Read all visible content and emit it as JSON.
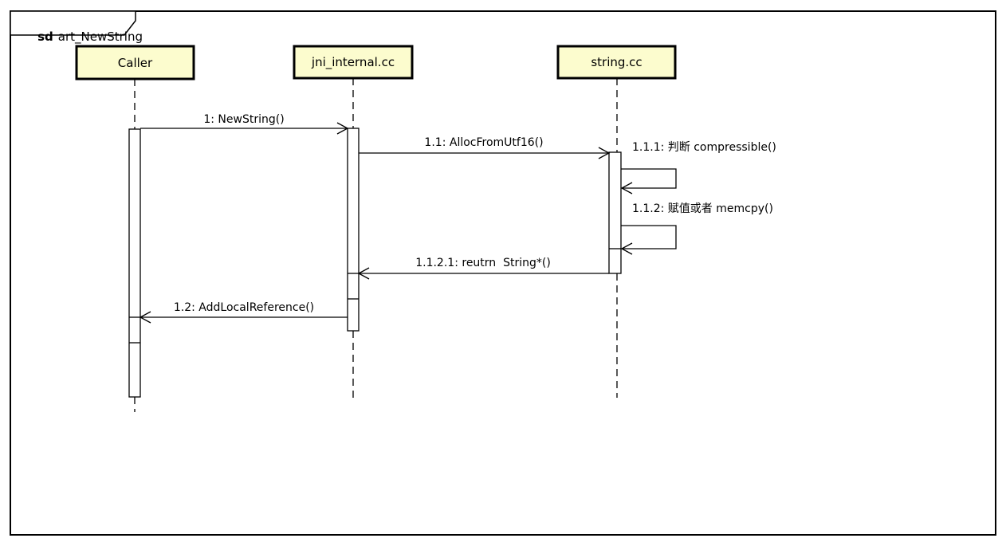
{
  "frame": {
    "keyword": "sd",
    "title": "art_NewString"
  },
  "lifelines": [
    {
      "name": "Caller"
    },
    {
      "name": "jni_internal.cc"
    },
    {
      "name": "string.cc"
    }
  ],
  "messages": [
    {
      "seq": "1",
      "label": "1: NewString()",
      "from": "Caller",
      "to": "jni_internal.cc",
      "type": "call"
    },
    {
      "seq": "1.1",
      "label": "1.1: AllocFromUtf16()",
      "from": "jni_internal.cc",
      "to": "string.cc",
      "type": "call"
    },
    {
      "seq": "1.1.1",
      "label": "1.1.1: 判断 compressible()",
      "from": "string.cc",
      "to": "string.cc",
      "type": "self-call"
    },
    {
      "seq": "1.1.2",
      "label": "1.1.2: 赋值或者 memcpy()",
      "from": "string.cc",
      "to": "string.cc",
      "type": "self-call"
    },
    {
      "seq": "1.1.2.1",
      "label": "1.1.2.1: reutrn  String*()",
      "from": "string.cc",
      "to": "jni_internal.cc",
      "type": "return"
    },
    {
      "seq": "1.2",
      "label": "1.2: AddLocalReference()",
      "from": "jni_internal.cc",
      "to": "Caller",
      "type": "call"
    }
  ],
  "colors": {
    "lifeline_head_fill": "#FCFCCE",
    "stroke": "#000000",
    "background": "#FFFFFF"
  }
}
